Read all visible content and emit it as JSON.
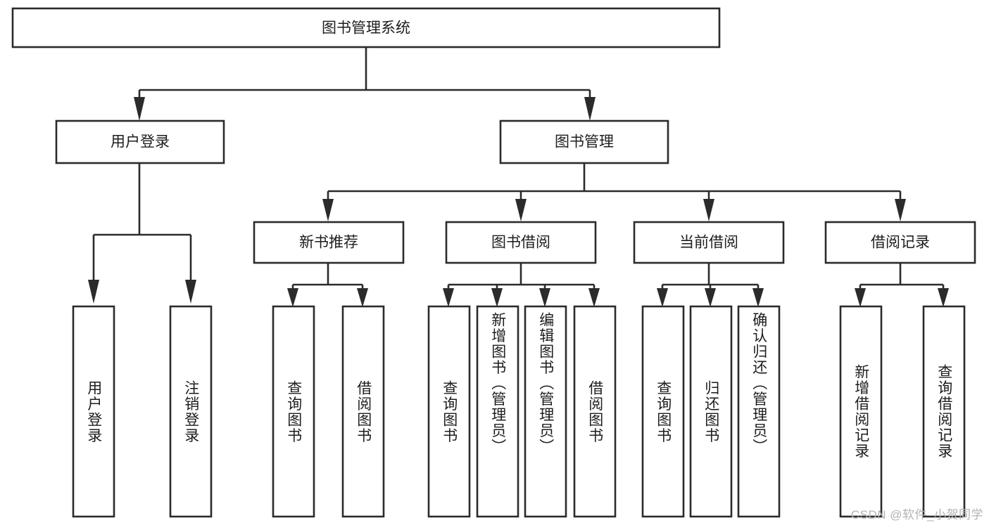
{
  "diagram": {
    "type": "tree",
    "title": "图书管理系统",
    "root": {
      "id": "root",
      "label": "图书管理系统",
      "orientation": "horizontal"
    },
    "level2": [
      {
        "id": "user-login",
        "label": "用户登录",
        "orientation": "horizontal"
      },
      {
        "id": "book-management",
        "label": "图书管理",
        "orientation": "horizontal"
      }
    ],
    "level3": [
      {
        "id": "new-book-recommend",
        "label": "新书推荐",
        "orientation": "horizontal",
        "parent": "book-management"
      },
      {
        "id": "book-borrow",
        "label": "图书借阅",
        "orientation": "horizontal",
        "parent": "book-management"
      },
      {
        "id": "current-borrow",
        "label": "当前借阅",
        "orientation": "horizontal",
        "parent": "book-management"
      },
      {
        "id": "borrow-record",
        "label": "借阅记录",
        "orientation": "horizontal",
        "parent": "book-management"
      }
    ],
    "leaves": [
      {
        "id": "leaf-user-login",
        "label": "用户登录",
        "orientation": "vertical",
        "parent": "user-login"
      },
      {
        "id": "leaf-user-logout",
        "label": "注销登录",
        "orientation": "vertical",
        "parent": "user-login"
      },
      {
        "id": "leaf-query-book-1",
        "label": "查询图书",
        "orientation": "vertical",
        "parent": "new-book-recommend"
      },
      {
        "id": "leaf-borrow-book-1",
        "label": "借阅图书",
        "orientation": "vertical",
        "parent": "new-book-recommend"
      },
      {
        "id": "leaf-query-book-2",
        "label": "查询图书",
        "orientation": "vertical",
        "parent": "book-borrow"
      },
      {
        "id": "leaf-add-book",
        "label": "新增图书（管理员）",
        "orientation": "vertical",
        "parent": "book-borrow"
      },
      {
        "id": "leaf-edit-book",
        "label": "编辑图书（管理员）",
        "orientation": "vertical",
        "parent": "book-borrow"
      },
      {
        "id": "leaf-borrow-book-2",
        "label": "借阅图书",
        "orientation": "vertical",
        "parent": "book-borrow"
      },
      {
        "id": "leaf-query-book-3",
        "label": "查询图书",
        "orientation": "vertical",
        "parent": "current-borrow"
      },
      {
        "id": "leaf-return-book",
        "label": "归还图书",
        "orientation": "vertical",
        "parent": "current-borrow"
      },
      {
        "id": "leaf-confirm-return",
        "label": "确认归还（管理员）",
        "orientation": "vertical",
        "parent": "current-borrow"
      },
      {
        "id": "leaf-add-record",
        "label": "新增借阅记录",
        "orientation": "vertical",
        "parent": "borrow-record"
      },
      {
        "id": "leaf-query-record",
        "label": "查询借阅记录",
        "orientation": "vertical",
        "parent": "borrow-record"
      }
    ],
    "colors": {
      "box_fill": "#ffffff",
      "box_stroke": "#2b2b2b",
      "connector": "#2b2b2b",
      "text": "#1d1d1d",
      "watermark": "#b3b3b3",
      "background": "#ffffff"
    }
  },
  "watermark": {
    "text": "CSDN @软件_小贺同学"
  }
}
